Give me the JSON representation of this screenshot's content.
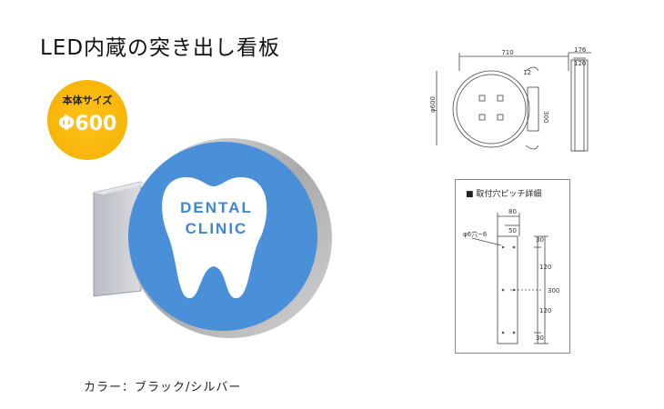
{
  "title": "LED内蔵の突き出し看板",
  "badge": {
    "label": "本体サイズ",
    "value": "Φ600"
  },
  "sign": {
    "line1": "DENTAL",
    "line2": "CLINIC"
  },
  "drawing": {
    "width": "710",
    "radius_gap": "12",
    "diameter": "φ600",
    "plate_height": "300",
    "depth": "176",
    "depth_inner": "120"
  },
  "detail": {
    "title": "■ 取付穴ピッチ詳細",
    "dim_80": "80",
    "dim_50": "50",
    "hole": "φ6穴~6",
    "dim_30a": "30",
    "dim_120a": "120",
    "dim_300": "300",
    "dim_120b": "120",
    "dim_30b": "30"
  },
  "color_note": "カラー：ブラック/シルバー",
  "colors": {
    "badge": "#f5b000",
    "sign_face": "#4a90d9",
    "frame": "#c8c8c8"
  }
}
